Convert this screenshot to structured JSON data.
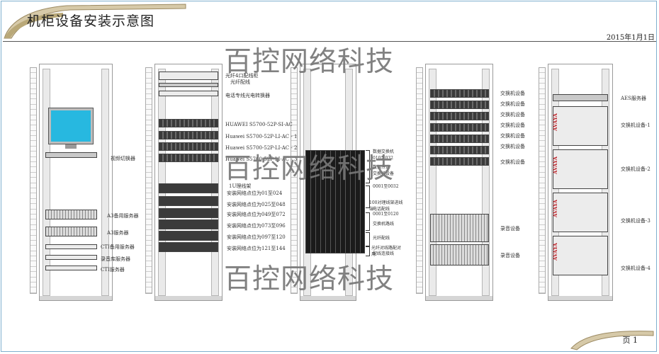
{
  "header": {
    "title": "机柜设备安装示意图",
    "date": "2015年1月1日"
  },
  "footer": {
    "page_label": "页 1"
  },
  "watermark": "百控网络科技",
  "racks": [
    {
      "id": 1,
      "labels": [
        "视频切换器",
        "A3备用服务器",
        "A3服务器",
        "CTI备用服务器",
        "录音库服务器",
        "CTI服务器"
      ]
    },
    {
      "id": 2,
      "labels": [
        "光纤4口配线柜",
        "光纤配线",
        "电话专线光电转换器",
        "HUAWEI S5700-52P-SI-AC",
        "Huawei S5700-52P-LI-AC - 1",
        "Huawei S5700-52P-LI-AC - 2",
        "Huawei S5700-52P-LI-AC - 3",
        "1U理线架",
        "安装网络点位为01至024",
        "安装网络点位为025至048",
        "安装网络点位为049至072",
        "安装网络点位为073至096",
        "安装网络点位为097至120",
        "安装网络点位为121至144"
      ]
    },
    {
      "id": 3,
      "labels": [
        "数据交换机",
        "010至032",
        "数据传达",
        "交换机设备",
        "0001至0032",
        "100对理线架进线端",
        "电话配线",
        "0001至0120",
        "交换机路线",
        "光纤配线",
        "光纤对线路配对用",
        "配线连接线"
      ]
    },
    {
      "id": 4,
      "labels": [
        "交换机设备",
        "交换机设备",
        "交换机设备",
        "交换机设备",
        "交换机设备",
        "交换机设备",
        "交换机设备",
        "录音设备",
        "录音设备"
      ]
    },
    {
      "id": 5,
      "labels": [
        "AES服务器",
        "交换机设备-1",
        "交换机设备-2",
        "交换机设备-3",
        "交换机设备-4"
      ],
      "brand": "AVAYA"
    }
  ]
}
